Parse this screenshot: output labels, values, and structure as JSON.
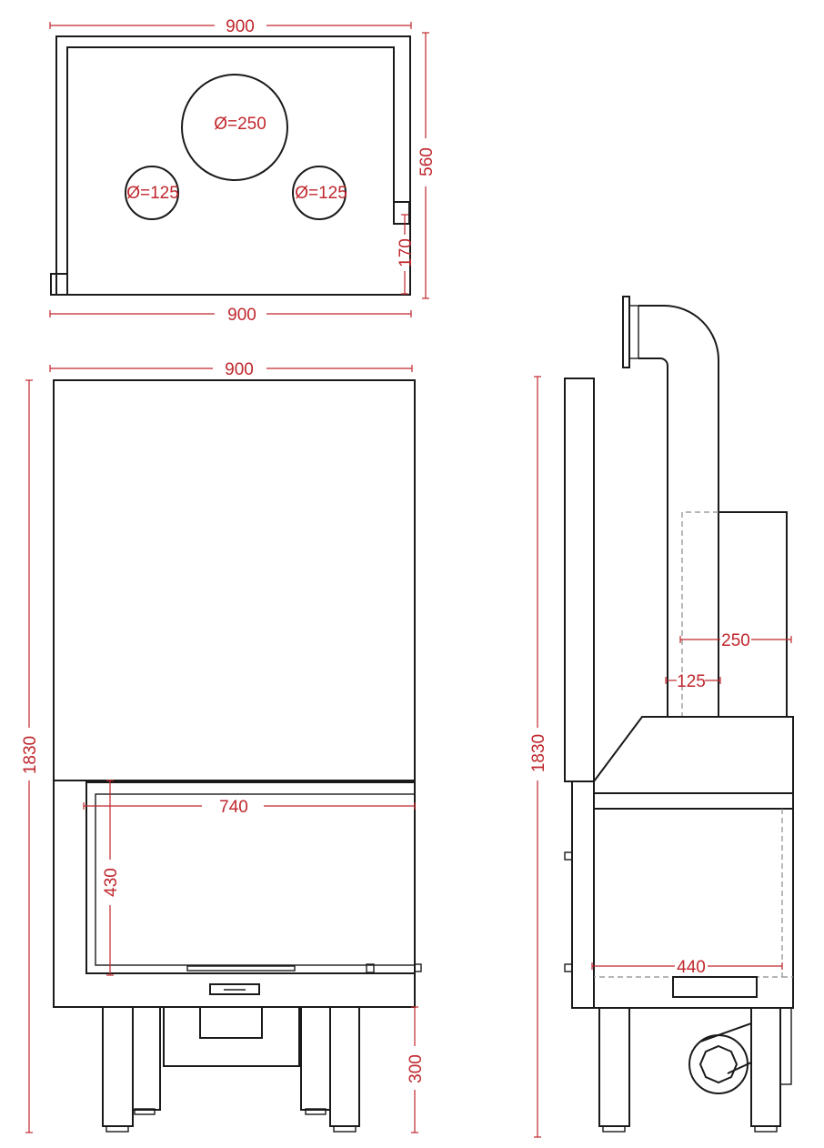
{
  "top_view": {
    "width_top": "900",
    "depth": "560",
    "offset": "170",
    "width_bottom": "900",
    "flue_center": "Ø=250",
    "flue_left": "Ø=125",
    "flue_right": "Ø=125"
  },
  "front_view": {
    "width": "900",
    "height": "1830",
    "glass_width": "740",
    "glass_height": "430",
    "leg_height": "300"
  },
  "side_view": {
    "height": "1830",
    "flue_large": "250",
    "flue_small": "125",
    "depth": "440"
  },
  "colors": {
    "ink": "#1a1a1a",
    "dimension": "#c0272d",
    "hidden": "#8a8a8a"
  }
}
